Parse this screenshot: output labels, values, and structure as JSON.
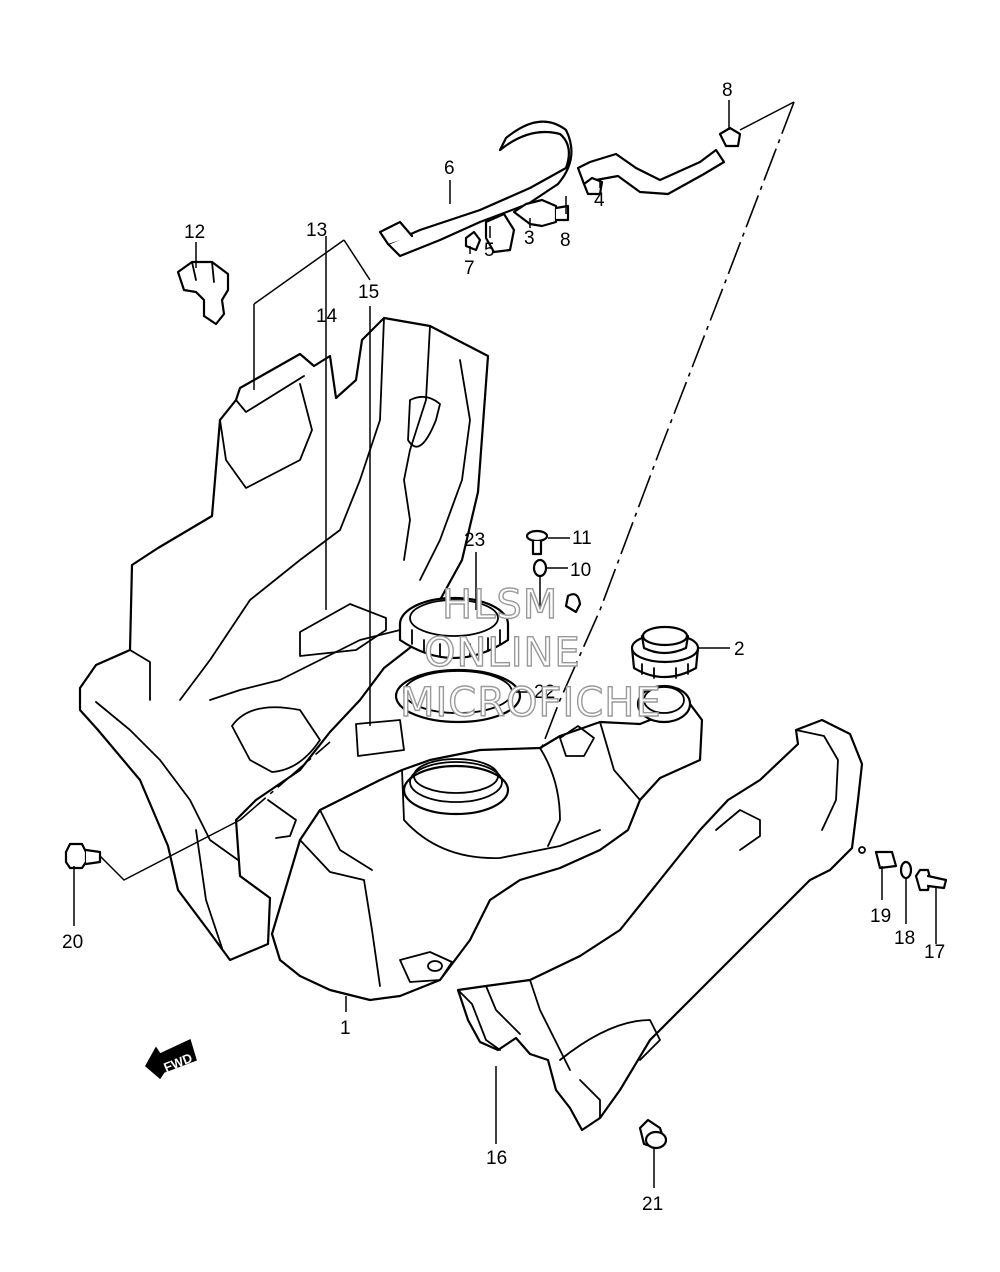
{
  "callouts": [
    {
      "id": "1",
      "label": "1"
    },
    {
      "id": "2",
      "label": "2"
    },
    {
      "id": "3",
      "label": "3"
    },
    {
      "id": "4",
      "label": "4"
    },
    {
      "id": "5",
      "label": "5"
    },
    {
      "id": "6",
      "label": "6"
    },
    {
      "id": "7",
      "label": "7"
    },
    {
      "id": "8a",
      "label": "8"
    },
    {
      "id": "8b",
      "label": "8"
    },
    {
      "id": "10",
      "label": "10"
    },
    {
      "id": "11",
      "label": "11"
    },
    {
      "id": "12",
      "label": "12"
    },
    {
      "id": "13",
      "label": "13"
    },
    {
      "id": "14",
      "label": "14"
    },
    {
      "id": "15",
      "label": "15"
    },
    {
      "id": "16",
      "label": "16"
    },
    {
      "id": "17",
      "label": "17"
    },
    {
      "id": "18",
      "label": "18"
    },
    {
      "id": "19",
      "label": "19"
    },
    {
      "id": "20",
      "label": "20"
    },
    {
      "id": "21",
      "label": "21"
    },
    {
      "id": "22",
      "label": "22"
    },
    {
      "id": "23",
      "label": "23"
    }
  ],
  "watermark": {
    "line1": "HLSM",
    "line2": "ONLINE",
    "line3": "MICROFICHE"
  },
  "fwd_badge": {
    "label": "FWD"
  }
}
